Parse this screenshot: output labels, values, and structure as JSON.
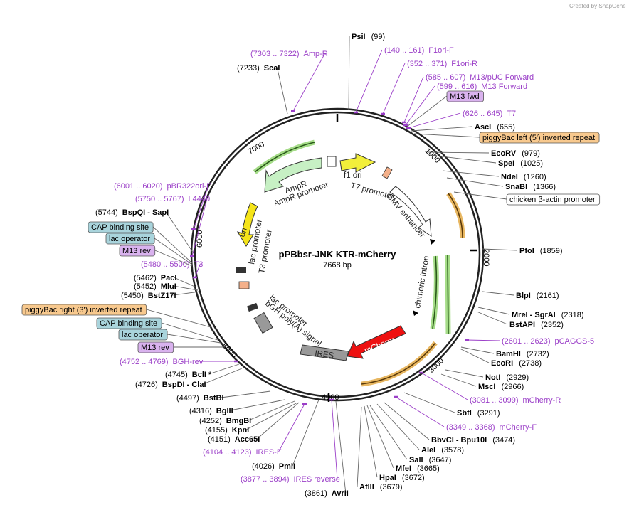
{
  "credit": "Created by SnapGene",
  "plasmid": {
    "name": "pPBbsr-JNK KTR-mCherry",
    "length": "7668 bp"
  },
  "ticks": [
    "1000",
    "2000",
    "3000",
    "4000",
    "5000",
    "6000",
    "7000"
  ],
  "labels": [
    {
      "text": "PsiI",
      "pos": "(99)",
      "kind": "enzyme"
    },
    {
      "text": "F1ori-F",
      "pos": "(140 .. 161)",
      "kind": "primer"
    },
    {
      "text": "F1ori-R",
      "pos": "(352 .. 371)",
      "kind": "primer"
    },
    {
      "text": "M13/pUC Forward",
      "pos": "(585 .. 607)",
      "kind": "primer"
    },
    {
      "text": "M13 Forward",
      "pos": "(599 .. 616)",
      "kind": "primer"
    },
    {
      "text": "M13 fwd",
      "pos": "",
      "kind": "box-purple"
    },
    {
      "text": "T7",
      "pos": "(626 .. 645)",
      "kind": "primer"
    },
    {
      "text": "AscI",
      "pos": "(655)",
      "kind": "enzyme"
    },
    {
      "text": "piggyBac left (5') inverted repeat",
      "pos": "",
      "kind": "box-orange"
    },
    {
      "text": "EcoRV",
      "pos": "(979)",
      "kind": "enzyme"
    },
    {
      "text": "SpeI",
      "pos": "(1025)",
      "kind": "enzyme"
    },
    {
      "text": "NdeI",
      "pos": "(1260)",
      "kind": "enzyme"
    },
    {
      "text": "SnaBI",
      "pos": "(1366)",
      "kind": "enzyme"
    },
    {
      "text": "chicken β-actin promoter",
      "pos": "",
      "kind": "box-white"
    },
    {
      "text": "PfoI",
      "pos": "(1859)",
      "kind": "enzyme"
    },
    {
      "text": "BlpI",
      "pos": "(2161)",
      "kind": "enzyme"
    },
    {
      "text": "MreI - SgrAI",
      "pos": "(2318)",
      "kind": "enzyme"
    },
    {
      "text": "BstAPI",
      "pos": "(2352)",
      "kind": "enzyme"
    },
    {
      "text": "pCAGGS-5",
      "pos": "(2601 .. 2623)",
      "kind": "primer"
    },
    {
      "text": "BamHI",
      "pos": "(2732)",
      "kind": "enzyme"
    },
    {
      "text": "EcoRI",
      "pos": "(2738)",
      "kind": "enzyme"
    },
    {
      "text": "NotI",
      "pos": "(2929)",
      "kind": "enzyme"
    },
    {
      "text": "MscI",
      "pos": "(2966)",
      "kind": "enzyme"
    },
    {
      "text": "mCherry-R",
      "pos": "(3081 .. 3099)",
      "kind": "primer"
    },
    {
      "text": "SbfI",
      "pos": "(3291)",
      "kind": "enzyme"
    },
    {
      "text": "mCherry-F",
      "pos": "(3349 .. 3368)",
      "kind": "primer"
    },
    {
      "text": "BbvCI - Bpu10I",
      "pos": "(3474)",
      "kind": "enzyme"
    },
    {
      "text": "AleI",
      "pos": "(3578)",
      "kind": "enzyme"
    },
    {
      "text": "SalI",
      "pos": "(3647)",
      "kind": "enzyme"
    },
    {
      "text": "MfeI",
      "pos": "(3665)",
      "kind": "enzyme"
    },
    {
      "text": "HpaI",
      "pos": "(3672)",
      "kind": "enzyme"
    },
    {
      "text": "AflII",
      "pos": "(3679)",
      "kind": "enzyme"
    },
    {
      "text": "AvrII",
      "pos": "(3861)",
      "kind": "enzyme"
    },
    {
      "text": "IRES reverse",
      "pos": "(3877 .. 3894)",
      "kind": "primer"
    },
    {
      "text": "PmlI",
      "pos": "(4026)",
      "kind": "enzyme"
    },
    {
      "text": "IRES-F",
      "pos": "(4104 .. 4123)",
      "kind": "primer"
    },
    {
      "text": "Acc65I",
      "pos": "(4151)",
      "kind": "enzyme"
    },
    {
      "text": "KpnI",
      "pos": "(4155)",
      "kind": "enzyme"
    },
    {
      "text": "BmgBI",
      "pos": "(4252)",
      "kind": "enzyme"
    },
    {
      "text": "BglII",
      "pos": "(4316)",
      "kind": "enzyme"
    },
    {
      "text": "BstBI",
      "pos": "(4497)",
      "kind": "enzyme"
    },
    {
      "text": "BspDI - ClaI",
      "pos": "(4726)",
      "kind": "enzyme"
    },
    {
      "text": "BclI *",
      "pos": "(4745)",
      "kind": "enzyme"
    },
    {
      "text": "BGH-rev",
      "pos": "(4752 .. 4769)",
      "kind": "primer"
    },
    {
      "text": "M13 rev",
      "pos": "",
      "kind": "box-purple"
    },
    {
      "text": "lac operator",
      "pos": "",
      "kind": "box-blue"
    },
    {
      "text": "CAP binding site",
      "pos": "",
      "kind": "box-blue"
    },
    {
      "text": "piggyBac right (3') inverted repeat",
      "pos": "",
      "kind": "box-orange"
    },
    {
      "text": "BstZ17I",
      "pos": "(5450)",
      "kind": "enzyme"
    },
    {
      "text": "MluI",
      "pos": "(5452)",
      "kind": "enzyme"
    },
    {
      "text": "PacI",
      "pos": "(5462)",
      "kind": "enzyme"
    },
    {
      "text": "T3",
      "pos": "(5480 .. 5500)",
      "kind": "primer"
    },
    {
      "text": "M13 rev",
      "pos": "",
      "kind": "box-purple"
    },
    {
      "text": "lac operator",
      "pos": "",
      "kind": "box-blue"
    },
    {
      "text": "CAP binding site",
      "pos": "",
      "kind": "box-blue"
    },
    {
      "text": "BspQI - SapI",
      "pos": "(5744)",
      "kind": "enzyme"
    },
    {
      "text": "L4440",
      "pos": "(5750 .. 5767)",
      "kind": "primer"
    },
    {
      "text": "pBR322ori-F",
      "pos": "(6001 .. 6020)",
      "kind": "primer"
    },
    {
      "text": "ScaI",
      "pos": "(7233)",
      "kind": "enzyme"
    },
    {
      "text": "Amp-R",
      "pos": "(7303 .. 7322)",
      "kind": "primer"
    }
  ],
  "features": [
    {
      "name": "f1 ori",
      "color": "#f2ef3a"
    },
    {
      "name": "T7 promoter",
      "color": "#ffffff"
    },
    {
      "name": "CMV enhancer",
      "color": "#ffffff"
    },
    {
      "name": "chimeric intron",
      "color": "#ffffff"
    },
    {
      "name": "mCherry",
      "color": "#ee1111"
    },
    {
      "name": "IRES",
      "color": "#999999"
    },
    {
      "name": "bGH poly(A) signal",
      "color": "#999999"
    },
    {
      "name": "lac promoter",
      "color": "#ffffff"
    },
    {
      "name": "lac promoter",
      "color": "#ffffff"
    },
    {
      "name": "T3 promoter",
      "color": "#ffffff"
    },
    {
      "name": "ori",
      "color": "#f5e419"
    },
    {
      "name": "AmpR promoter",
      "color": "#ffffff"
    },
    {
      "name": "AmpR",
      "color": "#c7f0c4"
    }
  ],
  "colors": {
    "primer": "#9b3fc8",
    "box_purple": "#d9b2ee",
    "box_blue": "#a9d4dc",
    "box_orange": "#f8c98e",
    "orf_green": "#8ed36a",
    "orf_orange": "#e2a53a",
    "mcherry": "#ee1111",
    "f1ori": "#f2ef3a",
    "ori": "#f5e419"
  }
}
